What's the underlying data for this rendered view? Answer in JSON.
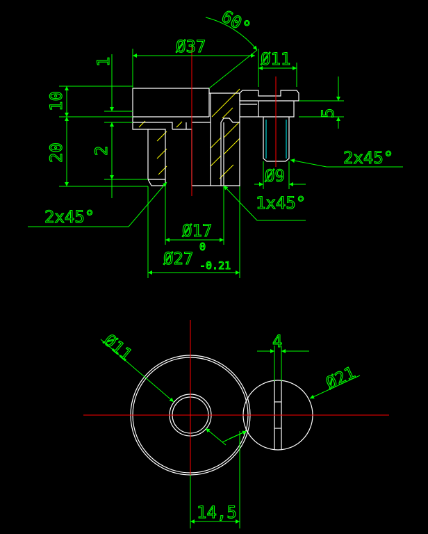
{
  "drawing": {
    "colors": {
      "background": "#000000",
      "outline": "#ffffff",
      "dimension": "#00ff00",
      "centerline": "#ff0000",
      "hatch": "#ffff00",
      "hidden_thread": "#00ffff"
    },
    "top_view": {
      "angle_label": "60°",
      "dia37": "Ø37",
      "dia11": "Ø11",
      "dim1": "1",
      "dim10": "10",
      "dim20": "20",
      "dim2": "2",
      "dim5": "5",
      "chamfer_right": "2x45°",
      "dia9": "Ø9",
      "chamfer_left": "2x45°",
      "chamfer_1x45": "1x45°",
      "dia17": "Ø17",
      "dia27": "Ø27",
      "tol_upper": "0",
      "tol_lower": "-0.21"
    },
    "bottom_view": {
      "dia11": "Ø11",
      "dim4": "4",
      "dia21": "Ø21",
      "dim14_5": "14,5"
    }
  }
}
